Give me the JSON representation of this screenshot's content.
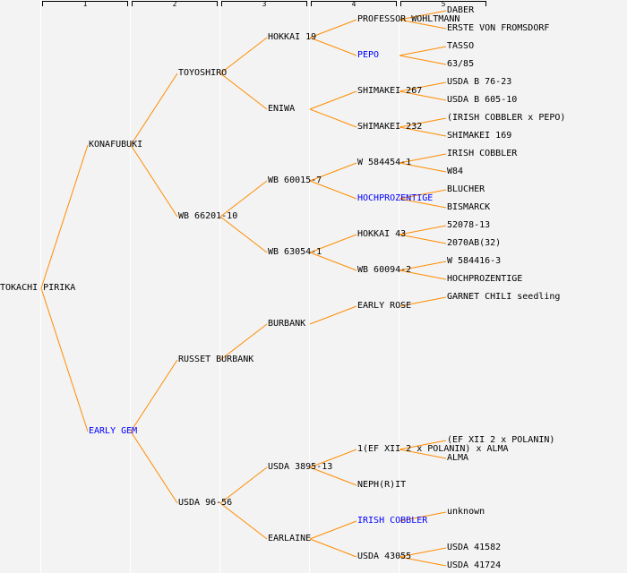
{
  "generation_labels": [
    "1",
    "2",
    "3",
    "4",
    "5"
  ],
  "colors": {
    "line": "#ff8c00",
    "text": "#000000",
    "highlight": "#0000ff",
    "background": "#f3f3f3"
  },
  "pedigree": {
    "name": "TOKACHI PIRIKA",
    "parents": [
      {
        "name": "KONAFUBUKI",
        "parents": [
          {
            "name": "TOYOSHIRO",
            "parents": [
              {
                "name": "HOKKAI 19",
                "parents": [
                  {
                    "name": "PROFESSOR WOHLTMANN",
                    "parents": [
                      {
                        "name": "DABER"
                      },
                      {
                        "name": "ERSTE VON FROMSDORF"
                      }
                    ]
                  },
                  {
                    "name": "PEPO",
                    "highlight": true,
                    "parents": [
                      {
                        "name": "TASSO"
                      },
                      {
                        "name": "63/85"
                      }
                    ]
                  }
                ]
              },
              {
                "name": "ENIWA",
                "parents": [
                  {
                    "name": "SHIMAKEI 267",
                    "parents": [
                      {
                        "name": "USDA B 76-23"
                      },
                      {
                        "name": "USDA B 605-10"
                      }
                    ]
                  },
                  {
                    "name": "SHIMAKEI 232",
                    "parents": [
                      {
                        "name": "(IRISH COBBLER x PEPO)"
                      },
                      {
                        "name": "SHIMAKEI 169"
                      }
                    ]
                  }
                ]
              }
            ]
          },
          {
            "name": "WB 66201-10",
            "parents": [
              {
                "name": "WB 60015-7",
                "parents": [
                  {
                    "name": "W 584454-1",
                    "parents": [
                      {
                        "name": "IRISH COBBLER"
                      },
                      {
                        "name": "W84"
                      }
                    ]
                  },
                  {
                    "name": "HOCHPROZENTIGE",
                    "highlight": true,
                    "parents": [
                      {
                        "name": "BLUCHER"
                      },
                      {
                        "name": "BISMARCK"
                      }
                    ]
                  }
                ]
              },
              {
                "name": "WB 63054-1",
                "parents": [
                  {
                    "name": "HOKKAI 43",
                    "parents": [
                      {
                        "name": "52078-13"
                      },
                      {
                        "name": "2070AB(32)"
                      }
                    ]
                  },
                  {
                    "name": "WB 60094-2",
                    "parents": [
                      {
                        "name": "W 584416-3"
                      },
                      {
                        "name": "HOCHPROZENTIGE"
                      }
                    ]
                  }
                ]
              }
            ]
          }
        ]
      },
      {
        "name": "EARLY GEM",
        "highlight": true,
        "parents": [
          {
            "name": "RUSSET BURBANK",
            "parents": [
              {
                "name": "BURBANK",
                "parents": [
                  {
                    "name": "EARLY ROSE",
                    "parents": [
                      {
                        "name": "GARNET CHILI seedling"
                      },
                      null
                    ]
                  },
                  null
                ]
              },
              null
            ]
          },
          {
            "name": "USDA 96-56",
            "parents": [
              {
                "name": "USDA 3895-13",
                "parents": [
                  {
                    "name": "1(EF XII 2 x POLANIN) x ALMA",
                    "parents": [
                      {
                        "name": "(EF XII 2 x POLANIN)"
                      },
                      {
                        "name": "ALMA"
                      }
                    ]
                  },
                  {
                    "name": "NEPH(R)IT"
                  }
                ]
              },
              {
                "name": "EARLAINE",
                "parents": [
                  {
                    "name": "IRISH COBBLER",
                    "highlight": true,
                    "parents": [
                      {
                        "name": "unknown"
                      },
                      null
                    ]
                  },
                  {
                    "name": "USDA 43055",
                    "parents": [
                      {
                        "name": "USDA 41582"
                      },
                      {
                        "name": "USDA 41724"
                      }
                    ]
                  }
                ]
              }
            ]
          }
        ]
      }
    ]
  }
}
